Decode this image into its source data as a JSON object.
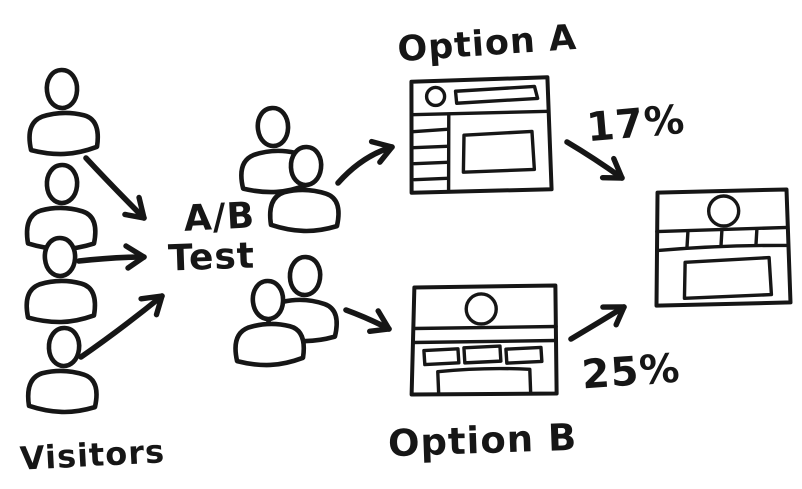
{
  "diagram": {
    "background_color": "#ffffff",
    "ink_color": "#161616",
    "visitors": {
      "label": "Visitors",
      "count": 4
    },
    "test": {
      "label_line1": "A/B",
      "label_line2": "Test"
    },
    "branches": [
      {
        "name": "Option A",
        "conversion_rate": "17%",
        "group_size": 2
      },
      {
        "name": "Option B",
        "conversion_rate": "25%",
        "group_size": 2
      }
    ],
    "icons": {
      "visitor": "person-outline-sketch",
      "test_group": "two-overlapping-people-sketch",
      "option_a_page": "browser-wireframe-sidebar-layout",
      "option_b_page": "browser-wireframe-card-row-layout",
      "result_page": "browser-wireframe-nav-tabs-layout",
      "arrow": "hand-drawn-arrow"
    }
  }
}
